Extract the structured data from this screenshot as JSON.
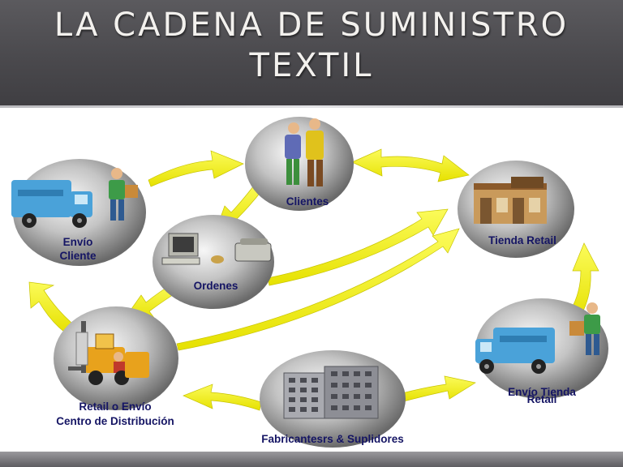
{
  "title": {
    "line1": "LA CADENA DE SUMINISTRO",
    "line2": "TEXTIL"
  },
  "nodes": {
    "clientes": {
      "label": "Clientes",
      "icon": "customers-icon"
    },
    "tienda": {
      "label": "Tienda Retail",
      "icon": "retail-store-icon"
    },
    "envio_cliente": {
      "line1": "Envío",
      "line2": "Cliente",
      "icon": "delivery-truck-icon"
    },
    "ordenes": {
      "label": "Ordenes",
      "icon": "computer-phone-icon"
    },
    "envio_tienda": {
      "line1": "Envío Tienda",
      "line2": "Retail",
      "icon": "delivery-truck-icon"
    },
    "centro": {
      "line1": "Retail o Envío",
      "line2": "Centro de Distribución",
      "icon": "forklift-icon"
    },
    "fabricantes": {
      "label": "Fabricantesrs & Suplidores",
      "icon": "factory-building-icon"
    }
  },
  "colors": {
    "header": "#4a494d",
    "title_text": "#f3f1ee",
    "arrow": "#f4f000",
    "label": "#151564",
    "node_fill": "#b9b9b9"
  }
}
